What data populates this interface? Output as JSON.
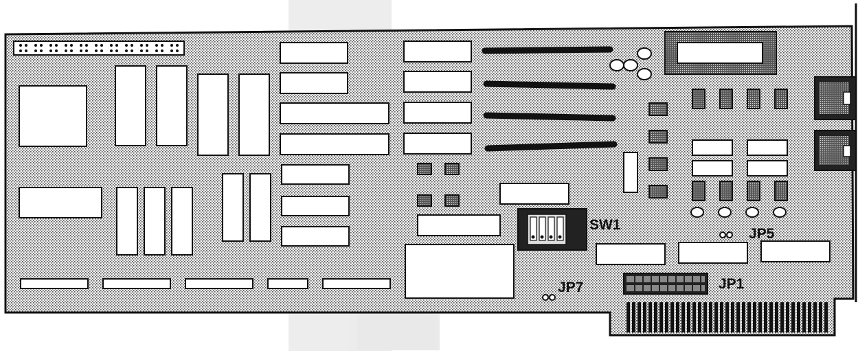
{
  "diagram": {
    "labels": {
      "sw1": "SW1",
      "jp5": "JP5",
      "jp7": "JP7",
      "jp1": "JP1"
    },
    "colors": {
      "ink": "#111111",
      "chip_fill": "#ffffff",
      "board_dots": "#555555"
    }
  }
}
